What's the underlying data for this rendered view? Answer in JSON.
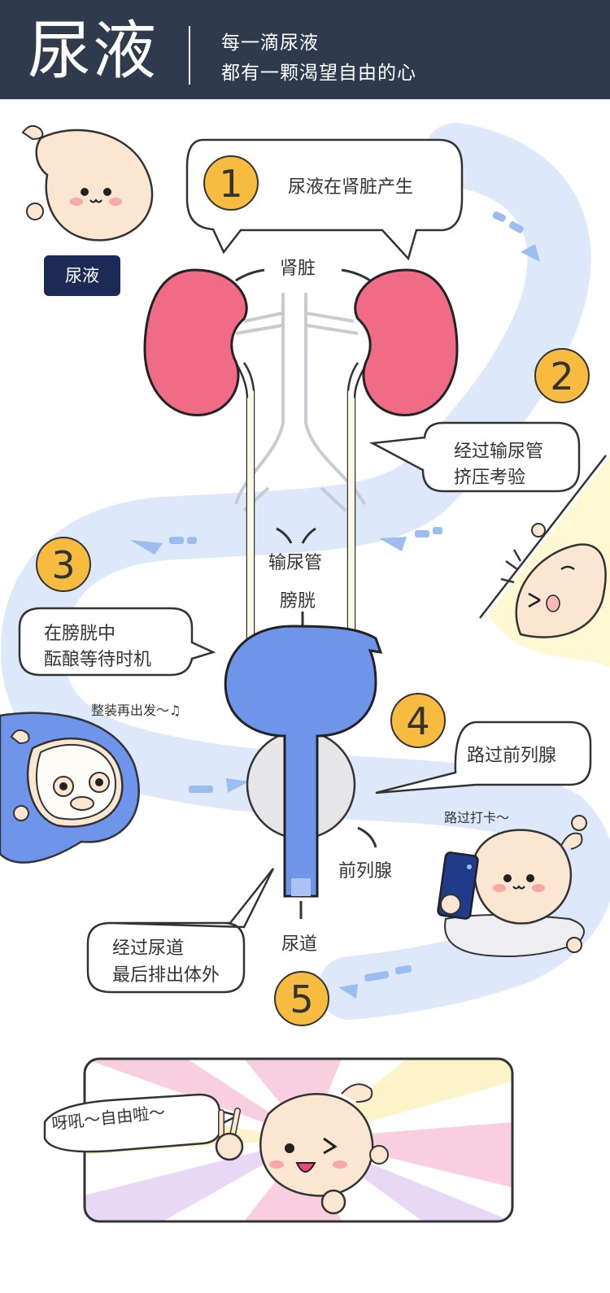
{
  "header": {
    "title": "尿液",
    "subtitle_line1": "每一滴尿液",
    "subtitle_line2": "都有一颗渴望自由的心"
  },
  "badge": "尿液",
  "organs": {
    "kidney": "肾脏",
    "ureter": "输尿管",
    "bladder": "膀胱",
    "prostate": "前列腺",
    "urethra": "尿道"
  },
  "steps": [
    {
      "number": "1",
      "lines": [
        "尿液在肾脏产生"
      ]
    },
    {
      "number": "2",
      "lines": [
        "经过输尿管",
        "挤压考验"
      ]
    },
    {
      "number": "3",
      "lines": [
        "在膀胱中",
        "酝酿等待时机"
      ]
    },
    {
      "number": "4",
      "lines": [
        "路过前列腺"
      ]
    },
    {
      "number": "5",
      "lines": [
        "经过尿道",
        "最后排出体外"
      ]
    }
  ],
  "captions": {
    "regroup": "整装再出发～♫",
    "checkin": "路过打卡～",
    "freedom": "呀吼～自由啦～"
  },
  "colors": {
    "header_bg": "#2f3a4d",
    "badge_bg": "#1c2b55",
    "kidney": "#f06b86",
    "bladder": "#6f95ea",
    "river": "#dde8fb",
    "step_circle": "#f6bb3f",
    "droplet": "#fbe6d2"
  }
}
